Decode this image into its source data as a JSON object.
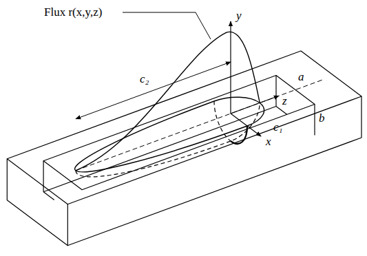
{
  "diagram": {
    "labels": [
      "Flux r(x,y,z)",
      "c₂",
      "y",
      "a",
      "z",
      "b",
      "c₁",
      "x"
    ]
  }
}
